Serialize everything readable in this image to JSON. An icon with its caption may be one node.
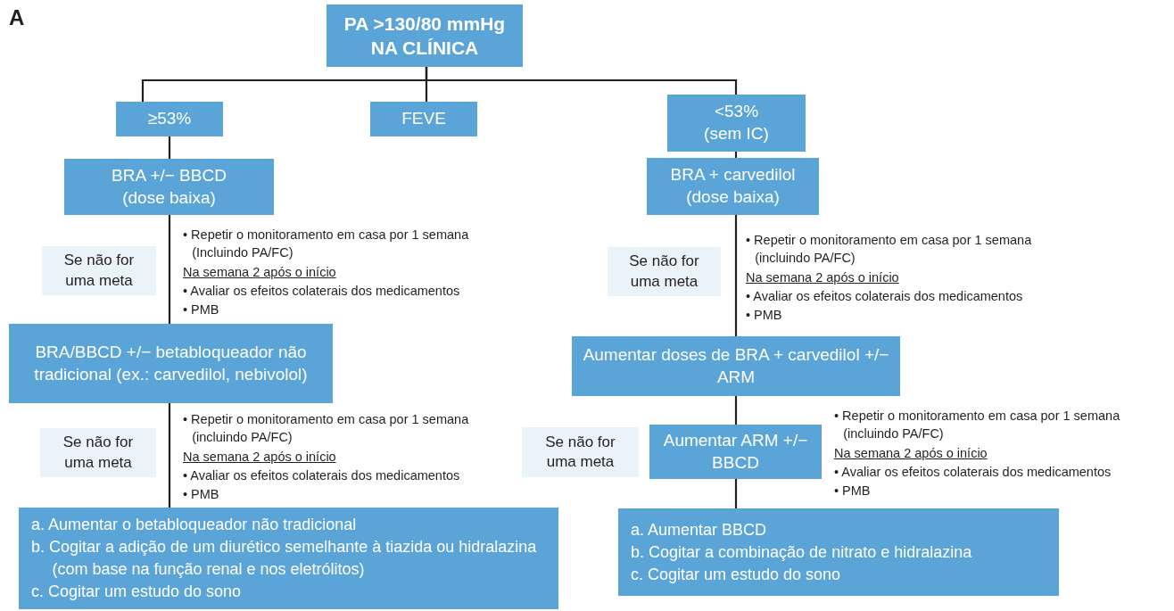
{
  "diagram": {
    "nodes": [
      {
        "text": [
          "PA >130/80 mmHg NA CLÍNICA"
        ]
      },
      {
        "text": [
          "≥53%"
        ]
      },
      {
        "text": [
          "FEVE"
        ]
      },
      {
        "text": [
          "<53% (sem IC)"
        ]
      },
      {
        "text": [
          "BRA +/− BBCD (dose baixa)"
        ]
      },
      {
        "text": [
          "Se não for uma meta"
        ]
      },
      {
        "text": [
          "BRA + carvedilol (dose baixa)"
        ]
      },
      {
        "text": [
          "Se não for uma meta"
        ]
      },
      {
        "text": [
          "BRA/BBCD +/− betabloqueador não tradicional (ex.: carvedilol, nebivolol)"
        ]
      },
      {
        "text": [
          "Aumentar doses de BRA + carvedilol +/− ARM"
        ]
      },
      {
        "text": [
          "Se não for uma meta"
        ]
      },
      {
        "text": [
          "Se não for uma meta"
        ]
      },
      {
        "text": [
          "Aumentar ARM +/− BBCD"
        ]
      },
      {
        "text": [
          "a. Aumentar o betabloqueador não tradicional",
          "b. Cogitar a adição de um diurético semelhante à tiazida ou hidralazina (com base na função renal e nos eletrólitos)",
          "c. Cogitar um estudo do sono"
        ]
      },
      {
        "text": [
          "a. Aumentar BBCD",
          "b. Cogitar a combinação de nitrato e hidralazina",
          "c. Cogitar um estudo do sono"
        ]
      }
    ],
    "edges": [
      {
        "from": 0,
        "to": 1,
        "arrow": "none"
      },
      {
        "from": 0,
        "to": 2,
        "arrow": "none"
      },
      {
        "from": 0,
        "to": 3,
        "arrow": "none"
      },
      {
        "from": 1,
        "to": 4,
        "arrow": "none"
      },
      {
        "from": 4,
        "to": 8,
        "arrow": "none"
      },
      {
        "from": 8,
        "to": 13,
        "arrow": "none"
      },
      {
        "from": 3,
        "to": 6,
        "arrow": "none"
      },
      {
        "from": 6,
        "to": 9,
        "arrow": "none"
      },
      {
        "from": 9,
        "to": 12,
        "arrow": "none"
      },
      {
        "from": 12,
        "to": 14,
        "arrow": "none"
      }
    ],
    "labels": [
      "A",
      "• Repetir o monitoramento em casa por 1 semana (Incluindo PA/FC)",
      "Na semana 2 após o início",
      "• Avaliar os efeitos colaterais dos medicamentos",
      "• PMB",
      "• Repetir o monitoramento em casa por 1 semana (incluindo PA/FC)",
      "Na semana 2 após o início",
      "• Avaliar os efeitos colaterais dos medicamentos",
      "• PMB",
      "• Repetir o monitoramento em casa por 1 semana (incluindo PA/FC)",
      "Na semana 2 após o início",
      "• Avaliar os efeitos colaterais dos medicamentos",
      "• PMB",
      "• Repetir o monitoramento em casa por 1 semana (incluindo PA/FC)",
      "Na semana 2 após o início",
      "• Avaliar os efeitos colaterais dos medicamentos",
      "• PMB"
    ]
  }
}
